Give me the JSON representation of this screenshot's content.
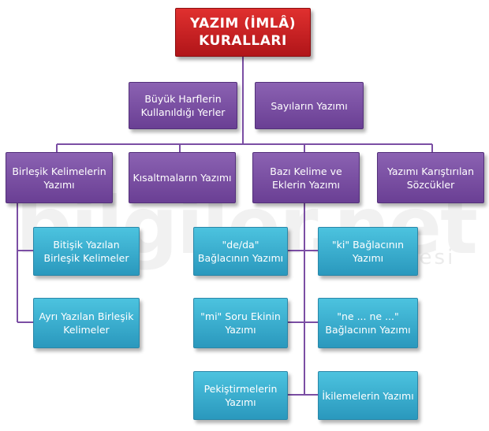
{
  "watermark": {
    "main": "bilgiler.net",
    "sub": "adresi"
  },
  "colors": {
    "root": "#c0202a",
    "level": "#7a4fa3",
    "leaf": "#35acd0",
    "line": "#7b4ea4"
  },
  "nodes": {
    "root": "YAZIM (İMLÂ) KURALLARI",
    "buyuk_harf": "Büyük Harflerin Kullanıldığı Yerler",
    "sayilar": "Sayıların Yazımı",
    "birlesik": "Birleşik Kelimelerin Yazımı",
    "kisaltma": "Kısaltmaların Yazımı",
    "bazi_kelime": "Bazı Kelime ve Eklerin Yazımı",
    "karistirilan": "Yazımı Karıştırılan Sözcükler",
    "bitisik": "Bitişik Yazılan Birleşik Kelimeler",
    "ayri": "Ayrı Yazılan Birleşik Kelimeler",
    "de_da": "\"de/da\" Bağlacının Yazımı",
    "ki": "\"ki\" Bağlacının Yazımı",
    "mi": "\"mi\" Soru Ekinin Yazımı",
    "ne_ne": "\"ne ... ne ...\" Bağlacının Yazımı",
    "pekistirme": "Pekiştirmelerin Yazımı",
    "ikileme": "İkilemelerin Yazımı"
  }
}
